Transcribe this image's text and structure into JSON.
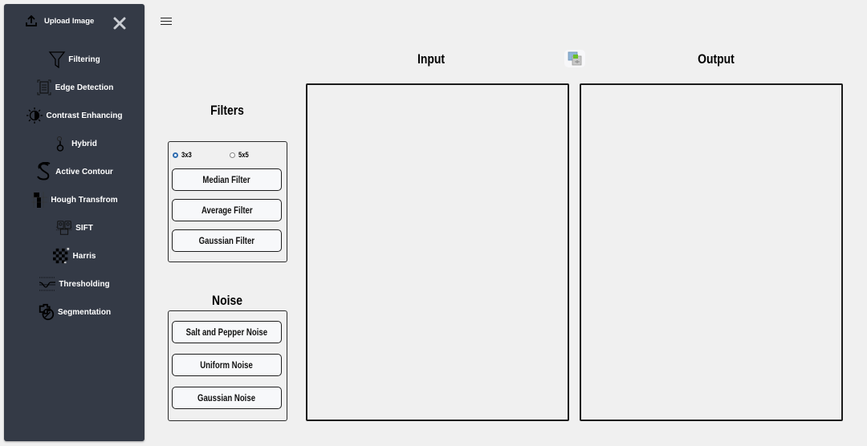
{
  "sidebar": {
    "upload_label": "Upload Image",
    "items": [
      {
        "label": "Filtering",
        "icon": "funnel-icon"
      },
      {
        "label": "Edge Detection",
        "icon": "document-scan-icon"
      },
      {
        "label": "Contrast Enhancing",
        "icon": "contrast-icon"
      },
      {
        "label": "Hybrid",
        "icon": "hybrid-icon"
      },
      {
        "label": "Active Contour",
        "icon": "contour-icon"
      },
      {
        "label": "Hough Transfrom",
        "icon": "hough-icon"
      },
      {
        "label": "SIFT",
        "icon": "sift-icon"
      },
      {
        "label": "Harris",
        "icon": "checkerboard-icon"
      },
      {
        "label": "Thresholding",
        "icon": "threshold-icon"
      },
      {
        "label": "Segmentation",
        "icon": "segmentation-icon"
      }
    ]
  },
  "filters": {
    "title": "Filters",
    "kernel_options": [
      {
        "label": "3x3",
        "selected": true
      },
      {
        "label": "5x5",
        "selected": false
      }
    ],
    "buttons": [
      "Median Filter",
      "Average Filter",
      "Gaussian Filter"
    ]
  },
  "noise": {
    "title": "Noise",
    "buttons": [
      "Salt and Pepper Noise",
      "Uniform Noise",
      "Gaussian Noise"
    ]
  },
  "panels": {
    "input_title": "Input",
    "output_title": "Output"
  },
  "colors": {
    "sidebar_bg": "#343a46",
    "page_bg": "#f0f0f0",
    "radio_accent": "#2f6db0"
  }
}
